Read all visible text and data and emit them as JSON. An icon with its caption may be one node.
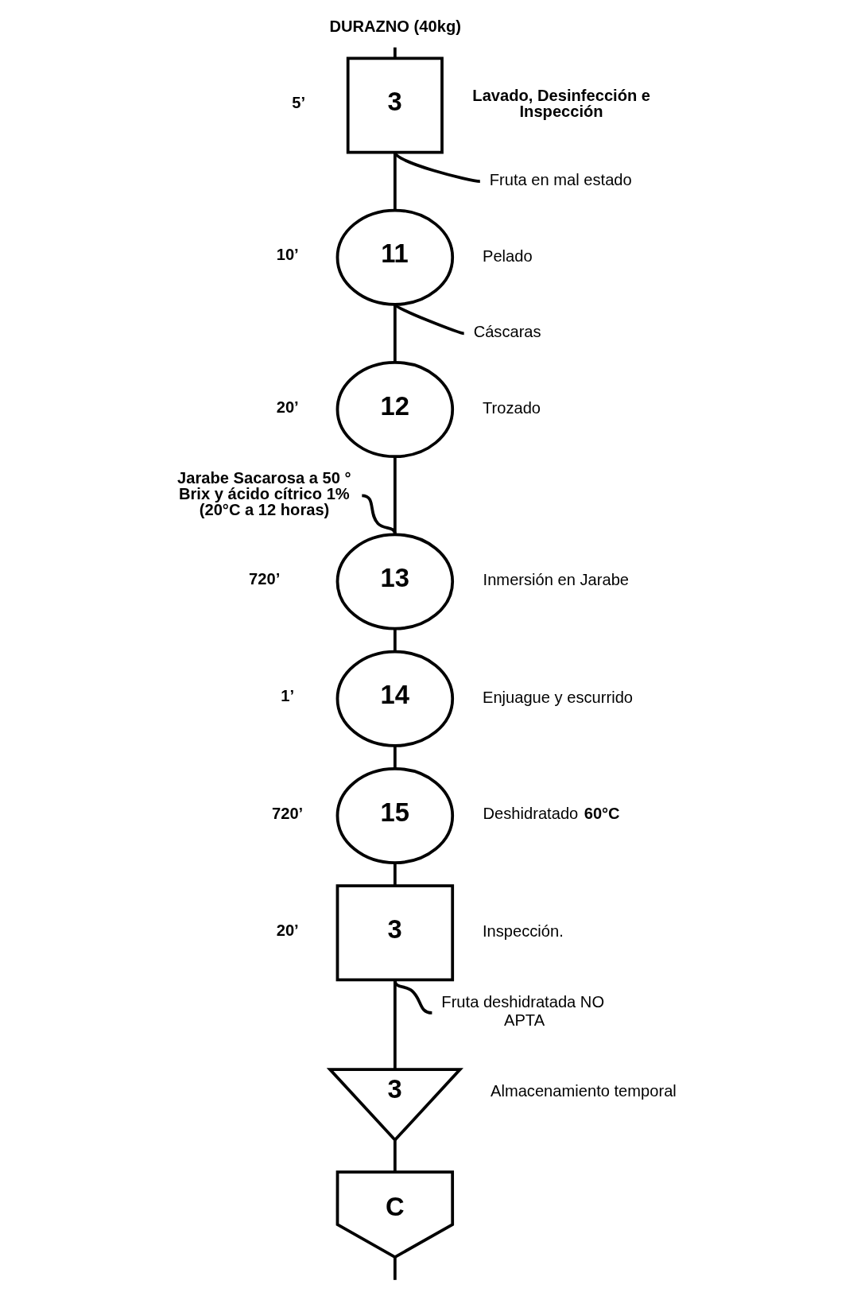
{
  "diagram": {
    "nodes": [
      {
        "text": [
          "DURAZNO (40kg)"
        ]
      },
      {
        "text": [
          "3"
        ],
        "beside": [
          "5’",
          "Lavado, Desinfección e Inspección"
        ]
      },
      {
        "text": [
          "Fruta en mal estado"
        ]
      },
      {
        "text": [
          "11"
        ],
        "beside": [
          "10’",
          "Pelado"
        ]
      },
      {
        "text": [
          "Cáscaras"
        ]
      },
      {
        "text": [
          "12"
        ],
        "beside": [
          "20’",
          "Trozado"
        ]
      },
      {
        "text": [
          "Jarabe Sacarosa a 50 ° Brix y ácido cítrico 1% (20°C a 12 horas)"
        ]
      },
      {
        "text": [
          "13"
        ],
        "beside": [
          "720’",
          "Inmersión en Jarabe"
        ]
      },
      {
        "text": [
          "14"
        ],
        "beside": [
          "1’",
          "Enjuague y escurrido"
        ]
      },
      {
        "text": [
          "15"
        ],
        "beside": [
          "720’",
          "Deshidratado **60°C**"
        ]
      },
      {
        "text": [
          "3"
        ],
        "beside": [
          "20’",
          "Inspección."
        ]
      },
      {
        "text": [
          "Fruta deshidratada NO APTA"
        ]
      },
      {
        "text": [
          "3"
        ],
        "beside": [
          "Almacenamiento temporal"
        ]
      },
      {
        "text": [
          "C"
        ]
      }
    ],
    "edges": [
      {
        "from": 0,
        "to": 1,
        "arrow": "none"
      },
      {
        "from": 1,
        "to": 2,
        "arrow": "none"
      },
      {
        "from": 1,
        "to": 3,
        "arrow": "none"
      },
      {
        "from": 3,
        "to": 4,
        "arrow": "none"
      },
      {
        "from": 3,
        "to": 5,
        "arrow": "none"
      },
      {
        "from": 6,
        "to": 7,
        "arrow": "none"
      },
      {
        "from": 5,
        "to": 7,
        "arrow": "none"
      },
      {
        "from": 7,
        "to": 8,
        "arrow": "none"
      },
      {
        "from": 8,
        "to": 9,
        "arrow": "none"
      },
      {
        "from": 9,
        "to": 10,
        "arrow": "none"
      },
      {
        "from": 10,
        "to": 11,
        "arrow": "none"
      },
      {
        "from": 10,
        "to": 12,
        "arrow": "none"
      },
      {
        "from": 12,
        "to": 13,
        "arrow": "none"
      },
      {
        "from": 13,
        "to": null,
        "arrow": "none"
      }
    ]
  }
}
